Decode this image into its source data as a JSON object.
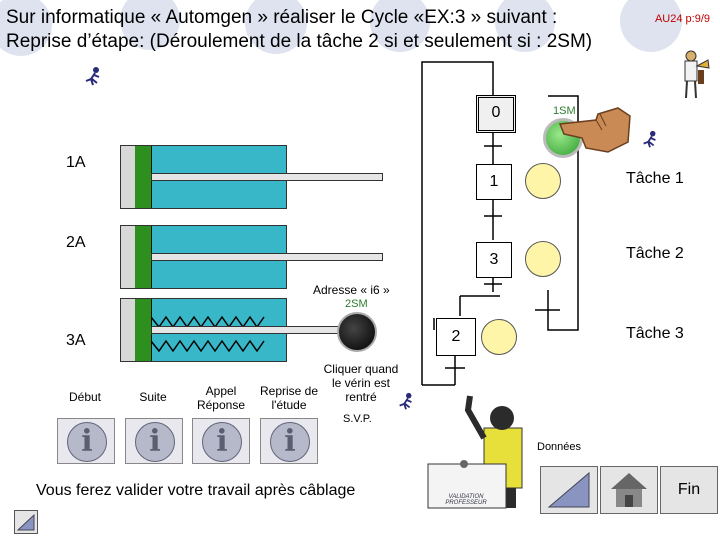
{
  "header": {
    "title_line1": "Sur informatique « Automgen » réaliser le Cycle  «EX:3 » suivant :",
    "title_line2": "Reprise d’étape: (Déroulement de la tâche 2 si et seulement si : 2SM)",
    "page_number": "AU24 p:9/9"
  },
  "cylinders": [
    {
      "label": "1A"
    },
    {
      "label": "2A"
    },
    {
      "label": "3A"
    }
  ],
  "grafcet": {
    "steps": [
      {
        "label": "0"
      },
      {
        "label": "1"
      },
      {
        "label": "3"
      },
      {
        "label": "2"
      }
    ],
    "tasks": [
      "Tâche 1",
      "Tâche 2",
      "Tâche 3"
    ],
    "sensor_1sm": "1SM",
    "sensor_2sm": "2SM",
    "address": "Adresse « i6 »"
  },
  "instructions": {
    "click_line1": "Cliquer quand",
    "click_line2": "le vérin est",
    "click_line3": "rentré",
    "svp": "S.V.P.",
    "footer": "Vous ferez valider votre travail après câblage",
    "board_text": "VALIDATION PROFESSEUR",
    "donnees": "Données"
  },
  "buttons": [
    {
      "label": "Début"
    },
    {
      "label": "Suite"
    },
    {
      "label": "Appel Réponse"
    },
    {
      "label": "Reprise de l'étude"
    }
  ],
  "nav": {
    "fin": "Fin"
  },
  "icons": [
    "running-man-icon",
    "pushbutton-hand-icon",
    "info-i-icon",
    "home-icon",
    "prev-triangle-icon",
    "teacher-icon",
    "musician-icon"
  ],
  "colors": {
    "cylinder": "#37b7c8",
    "piston": "#2d8f1e",
    "lamp": "#fff5a8",
    "sensor_text": "#2d7d2d",
    "page_number": "#c00000"
  }
}
